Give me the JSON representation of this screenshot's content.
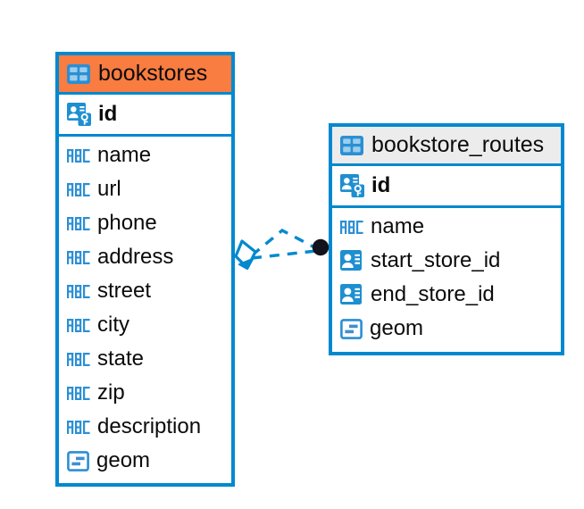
{
  "diagram": {
    "title": "Database schema relationship diagram",
    "colors": {
      "accent_blue": "#0089cf",
      "selected_header_orange": "#f97c40",
      "plain_header_gray": "#ececec",
      "text_black": "#0b0b0b",
      "endpoint_dark": "#12121c",
      "canvas_white": "#ffffff"
    },
    "entities": [
      {
        "name": "bookstores",
        "header_icon": "table-icon",
        "header_state": "selected",
        "primary_key": {
          "label": "id",
          "icon": "primary-key-icon",
          "type": "pk"
        },
        "fields": [
          {
            "label": "name",
            "icon": "text-abc-icon",
            "type": "text"
          },
          {
            "label": "url",
            "icon": "text-abc-icon",
            "type": "text"
          },
          {
            "label": "phone",
            "icon": "text-abc-icon",
            "type": "text"
          },
          {
            "label": "address",
            "icon": "text-abc-icon",
            "type": "text"
          },
          {
            "label": "street",
            "icon": "text-abc-icon",
            "type": "text"
          },
          {
            "label": "city",
            "icon": "text-abc-icon",
            "type": "text"
          },
          {
            "label": "state",
            "icon": "text-abc-icon",
            "type": "text"
          },
          {
            "label": "zip",
            "icon": "text-abc-icon",
            "type": "text"
          },
          {
            "label": "description",
            "icon": "text-abc-icon",
            "type": "text"
          },
          {
            "label": "geom",
            "icon": "geometry-icon",
            "type": "geometry"
          }
        ]
      },
      {
        "name": "bookstore_routes",
        "header_icon": "table-icon",
        "header_state": "plain",
        "primary_key": {
          "label": "id",
          "icon": "primary-key-icon",
          "type": "pk"
        },
        "fields": [
          {
            "label": "name",
            "icon": "text-abc-icon",
            "type": "text"
          },
          {
            "label": "start_store_id",
            "icon": "foreign-key-icon",
            "type": "fk"
          },
          {
            "label": "end_store_id",
            "icon": "foreign-key-icon",
            "type": "fk"
          },
          {
            "label": "geom",
            "icon": "geometry-icon",
            "type": "geometry"
          }
        ]
      }
    ],
    "relationship": {
      "from_entity": "bookstore_routes",
      "to_entity": "bookstores",
      "source_marker": "filled-circle-endpoint",
      "target_marker": "diamond-endpoint",
      "line_style": "dashed",
      "line_color": "#0089cf"
    }
  }
}
